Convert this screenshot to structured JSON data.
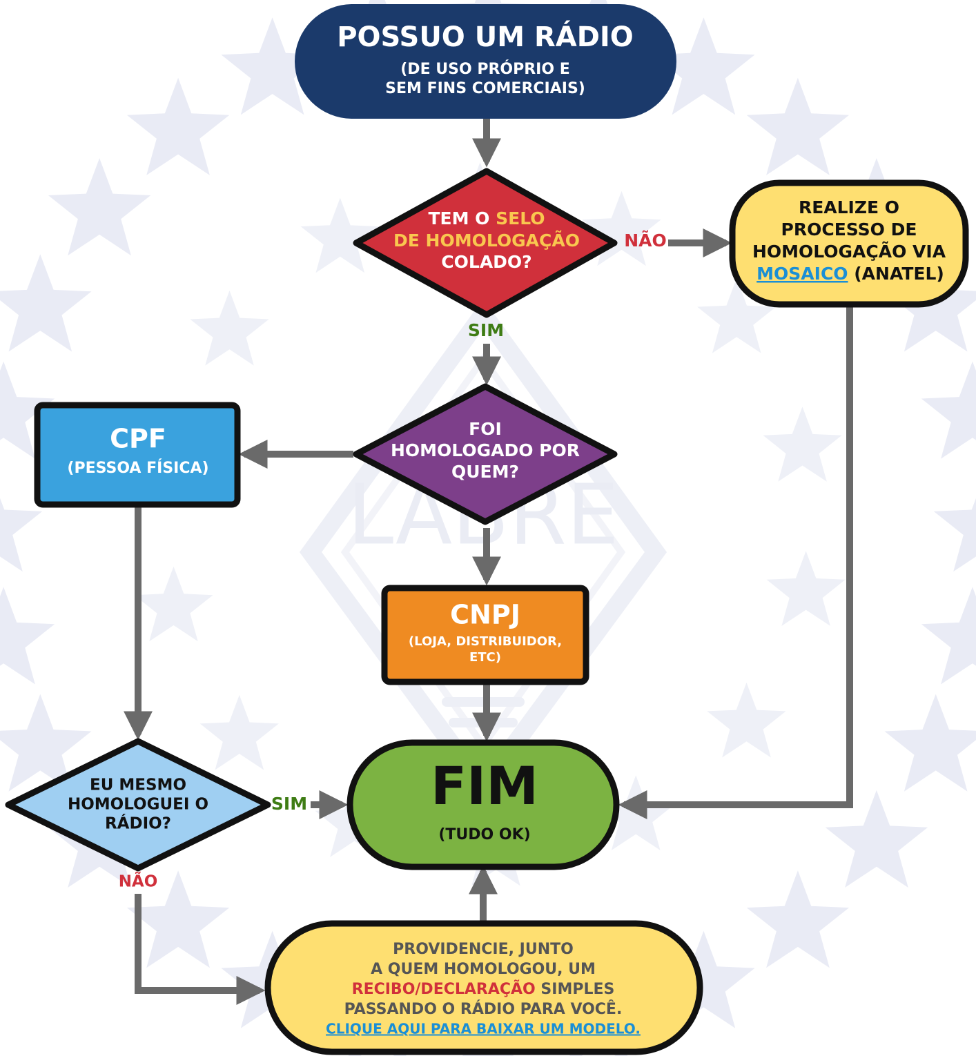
{
  "colors": {
    "start": "#1b3a6b",
    "decision_red": "#d0303b",
    "decision_purple": "#7d3f8a",
    "decision_light_blue": "#9fcff2",
    "cpf_box": "#3aa2de",
    "cnpj_box": "#ef8b22",
    "end_box": "#7cb342",
    "note_box": "#fedf71",
    "arrow": "#6a6a6a",
    "outline": "#111111",
    "yes_label": "#3e7c14",
    "no_label": "#d0303b",
    "highlight_yellow": "#f9c74f",
    "link_blue": "#1a8fd6",
    "star": "#e9ebf5",
    "watermark": "#eceef6"
  },
  "watermark": {
    "text": "LABRE"
  },
  "start": {
    "title": "POSSUO UM RÁDIO",
    "sub_line1": "(DE USO PRÓPRIO E",
    "sub_line2": "SEM FINS COMERCIAIS)"
  },
  "decision_seal": {
    "line1_a": "TEM O ",
    "line1_b": "SELO",
    "line2": "DE HOMOLOGAÇÃO",
    "line3": "COLADO?",
    "no_label": "NÃO",
    "yes_label": "SIM"
  },
  "mosaico_box": {
    "line1": "REALIZE O",
    "line2": "PROCESSO DE",
    "line3": "HOMOLOGAÇÃO VIA",
    "link_text": "MOSAICO",
    "line4_rest": " (ANATEL)"
  },
  "decision_who": {
    "line1": "FOI",
    "line2": "HOMOLOGADO POR",
    "line3": "QUEM?"
  },
  "cpf_box": {
    "title": "CPF",
    "subtitle": "(PESSOA FÍSICA)"
  },
  "cnpj_box": {
    "title": "CNPJ",
    "sub_line1": "(LOJA, DISTRIBUIDOR,",
    "sub_line2": "ETC)"
  },
  "decision_self": {
    "line1": "EU MESMO",
    "line2": "HOMOLOGUEI O",
    "line3": "RÁDIO?",
    "yes_label": "SIM",
    "no_label": "NÃO"
  },
  "end": {
    "title": "FIM",
    "subtitle": "(TUDO OK)"
  },
  "receipt_box": {
    "line1": "PROVIDENCIE, JUNTO",
    "line2": "A QUEM HOMOLOGOU, UM",
    "line3_highlight": "RECIBO/DECLARAÇÃO",
    "line3_rest": " SIMPLES",
    "line4": "PASSANDO O RÁDIO PARA VOCÊ.",
    "link_text": "CLIQUE AQUI PARA BAIXAR UM MODELO."
  }
}
